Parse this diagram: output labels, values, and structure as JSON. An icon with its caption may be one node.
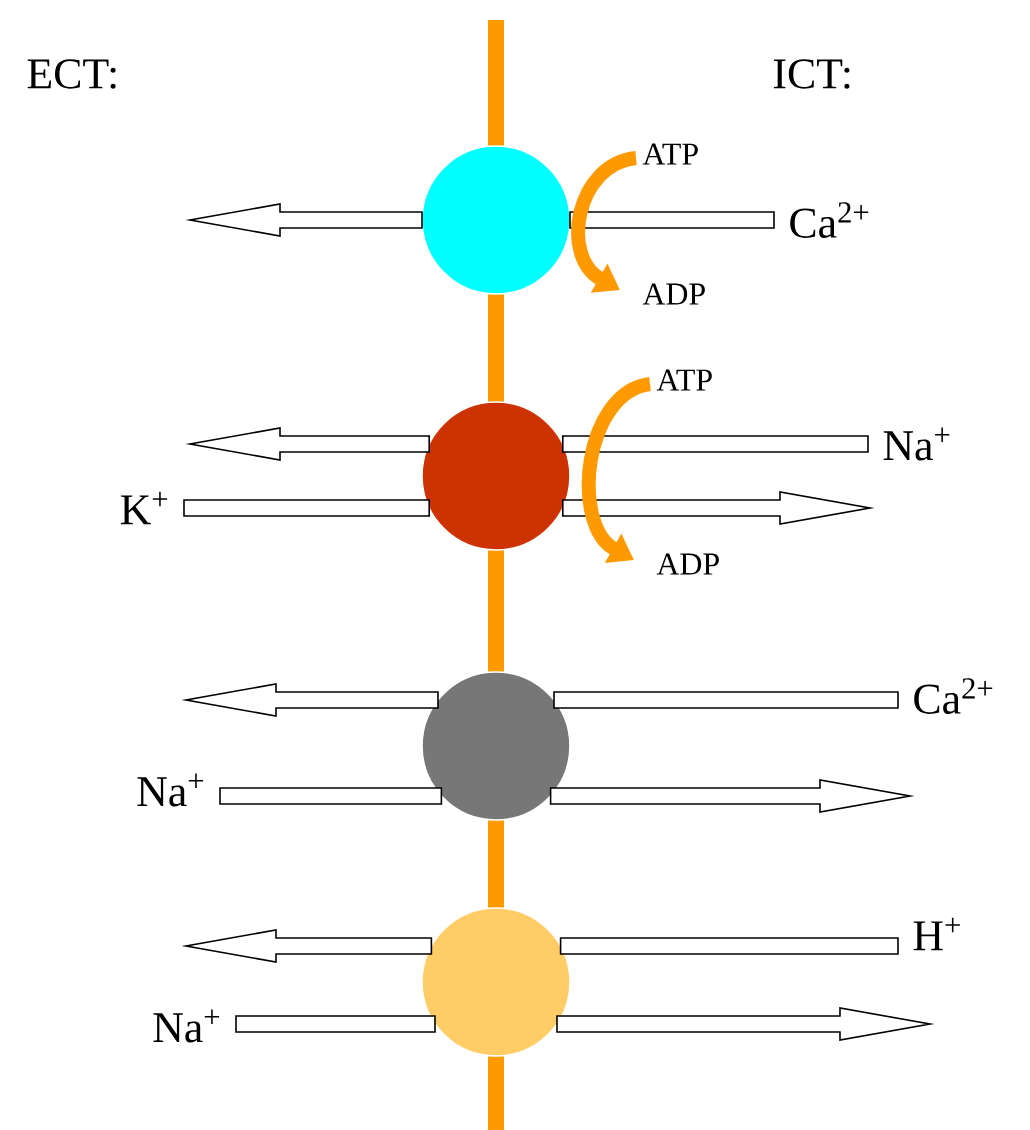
{
  "diagram": {
    "nodes": [
      {
        "text": [],
        "shape": "circle"
      },
      {
        "text": [],
        "shape": "circle"
      },
      {
        "text": [],
        "shape": "circle"
      },
      {
        "text": [],
        "shape": "circle"
      },
      {
        "text": [
          "Ca$^{2+}$"
        ]
      },
      {
        "text": [
          "ATP"
        ]
      },
      {
        "text": [
          "ADP"
        ]
      },
      {
        "text": [
          "Na$^{+}$"
        ]
      },
      {
        "text": [
          "K$^{+}$"
        ]
      },
      {
        "text": [
          "ATP"
        ]
      },
      {
        "text": [
          "ADP"
        ]
      },
      {
        "text": [
          "Ca$^{2+}$"
        ]
      },
      {
        "text": [
          "Na$^{+}$"
        ]
      },
      {
        "text": [
          "H$^{+}$"
        ]
      },
      {
        "text": [
          "Na$^{+}$"
        ]
      }
    ],
    "edges": [
      {
        "from": 4,
        "to": 0,
        "arrow": "none"
      },
      {
        "from": 0,
        "to": null,
        "arrow": "to"
      },
      {
        "from": 5,
        "to": 6,
        "arrow": "to",
        "color": "#ff9900"
      },
      {
        "from": 7,
        "to": 1,
        "arrow": "none"
      },
      {
        "from": 1,
        "to": null,
        "arrow": "to"
      },
      {
        "from": 8,
        "to": 1,
        "arrow": "none"
      },
      {
        "from": 1,
        "to": null,
        "arrow": "to"
      },
      {
        "from": 9,
        "to": 10,
        "arrow": "to",
        "color": "#ff9900"
      },
      {
        "from": 11,
        "to": 2,
        "arrow": "none"
      },
      {
        "from": 2,
        "to": null,
        "arrow": "to"
      },
      {
        "from": 12,
        "to": 2,
        "arrow": "none"
      },
      {
        "from": 2,
        "to": null,
        "arrow": "to"
      },
      {
        "from": 13,
        "to": 3,
        "arrow": "none"
      },
      {
        "from": 3,
        "to": null,
        "arrow": "to"
      },
      {
        "from": 14,
        "to": 3,
        "arrow": "none"
      },
      {
        "from": 3,
        "to": null,
        "arrow": "to"
      }
    ],
    "labels": [
      "ECT:",
      "ICT:"
    ]
  }
}
